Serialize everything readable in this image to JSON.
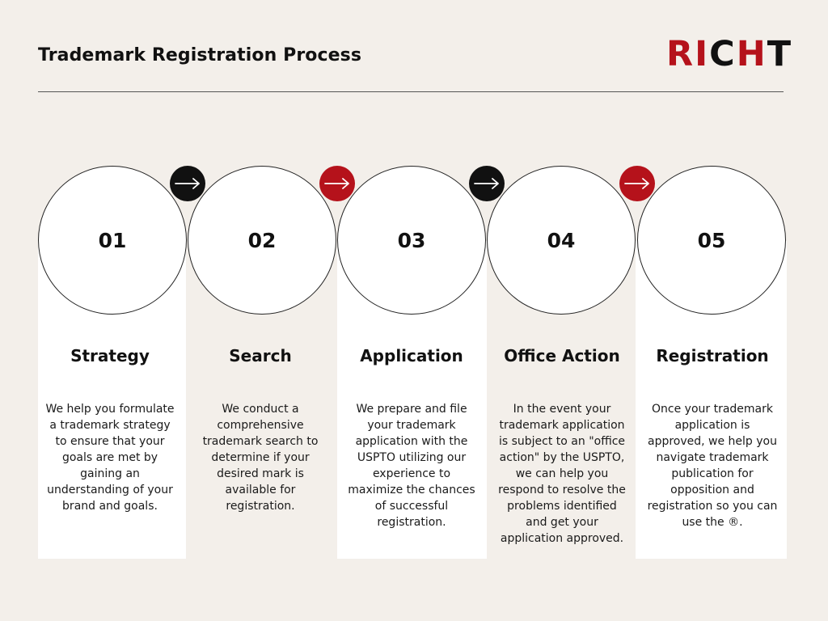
{
  "header": {
    "title": "Trademark Registration Process",
    "logo": {
      "part1": "RI",
      "part2": "C",
      "part3": "H",
      "part4": "T"
    }
  },
  "colors": {
    "accent_red": "#b5121b",
    "dark": "#111111",
    "background": "#f3efea",
    "panel": "#ffffff"
  },
  "arrows": [
    {
      "color": "black",
      "icon": "arrow-right-icon"
    },
    {
      "color": "red",
      "icon": "arrow-right-icon"
    },
    {
      "color": "black",
      "icon": "arrow-right-icon"
    },
    {
      "color": "red",
      "icon": "arrow-right-icon"
    }
  ],
  "steps": [
    {
      "number": "01",
      "title": "Strategy",
      "description": "We help you formulate a trademark strategy to ensure that your goals are met by gaining an understanding of your brand and goals."
    },
    {
      "number": "02",
      "title": "Search",
      "description": "We conduct a comprehensive trademark search to determine if your desired mark is available for registration."
    },
    {
      "number": "03",
      "title": "Application",
      "description": "We prepare and file your trademark application with the USPTO utilizing our experience to maximize the chances of successful registration."
    },
    {
      "number": "04",
      "title": "Office Action",
      "description": "In the event your trademark application is subject to an \"office action\" by the USPTO, we can help you respond to resolve the problems identified and get your application approved."
    },
    {
      "number": "05",
      "title": "Registration",
      "description": "Once your trademark application is approved, we help you navigate trademark publication for opposition and registration so you can use the ®."
    }
  ]
}
